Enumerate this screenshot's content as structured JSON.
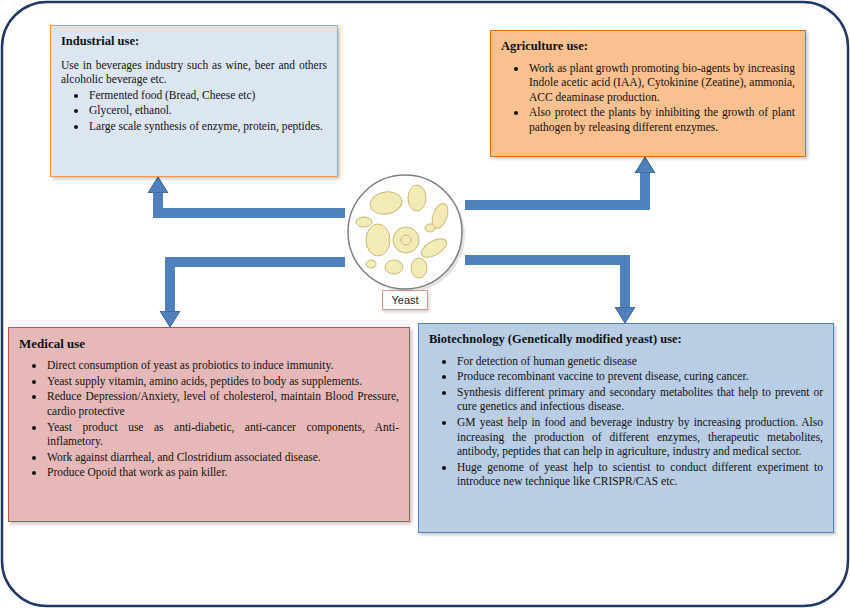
{
  "diagram": {
    "nodes": [
      {
        "text": [
          "Industrial use:",
          "Use in beverages industry such as wine, beer and others alcoholic beverage etc.",
          "Fermented food (Bread, Cheese etc)",
          "Glycerol, ethanol.",
          "Large scale synthesis of enzyme, protein, peptides."
        ]
      },
      {
        "text": [
          "Agriculture use:",
          "Work as plant growth promoting bio-agents by increasing Indole acetic acid (IAA), Cytokinine (Zeatine), ammonia, ACC deaminase production.",
          "Also protect the plants by inhibiting the growth of plant pathogen by releasing different enzymes."
        ]
      },
      {
        "text": [
          "Yeast"
        ]
      },
      {
        "text": [
          "Medical use",
          "Direct consumption of yeast as probiotics to induce immunity.",
          "Yeast supply vitamin, amino acids, peptides to body as supplements.",
          "Reduce Depression/Anxiety, level of cholesterol, maintain Blood Pressure, cardio protective",
          "Yeast product use as anti-diabetic, anti-cancer components, Anti-inflametory.",
          "Work against diarrheal, and Clostridium associated disease.",
          "Produce Opoid that work as pain killer."
        ]
      },
      {
        "text": [
          "Biotechnology (Genetically modified yeast) use:",
          "For detection of human genetic disease",
          "Produce recombinant vaccine to prevent disease, curing cancer.",
          "Synthesis different primary and secondary metabolites that help to prevent or cure genetics and infectious disease.",
          "GM yeast help in food and beverage industry by increasing production. Also increasing the production of different enzymes, therapeutic metabolites, antibody, peptides that can help in agriculture, industry and medical sector.",
          "Huge genome of yeast help to scientist to conduct different experiment to introduce new technique like CRISPR/CAS etc."
        ]
      }
    ],
    "edges": [
      {
        "from": 2,
        "to": 0,
        "arrow": "to"
      },
      {
        "from": 2,
        "to": 1,
        "arrow": "to"
      },
      {
        "from": 2,
        "to": 3,
        "arrow": "to"
      },
      {
        "from": 2,
        "to": 4,
        "arrow": "to"
      }
    ]
  }
}
